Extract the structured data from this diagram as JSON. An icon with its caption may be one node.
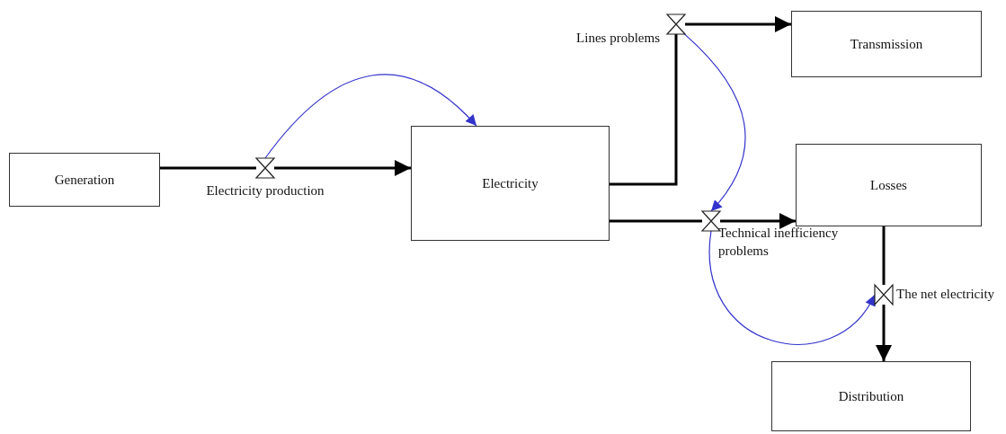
{
  "diagram": {
    "nodes": [
      {
        "text": [
          "Generation"
        ]
      },
      {
        "text": [
          "Electricity production"
        ]
      },
      {
        "text": [
          "Electricity"
        ]
      },
      {
        "text": [
          "Lines problems"
        ]
      },
      {
        "text": [
          "Transmission"
        ]
      },
      {
        "text": [
          "Technical inefficiency problems"
        ]
      },
      {
        "text": [
          "Losses"
        ]
      },
      {
        "text": [
          "The net electricity"
        ]
      },
      {
        "text": [
          "Distribution"
        ]
      }
    ],
    "edges": [
      {
        "from": 0,
        "to": 1,
        "arrow": "none"
      },
      {
        "from": 1,
        "to": 2,
        "arrow": "to"
      },
      {
        "from": 2,
        "to": 3,
        "arrow": "none"
      },
      {
        "from": 3,
        "to": 4,
        "arrow": "to"
      },
      {
        "from": 2,
        "to": 5,
        "arrow": "none"
      },
      {
        "from": 5,
        "to": 6,
        "arrow": "to"
      },
      {
        "from": 6,
        "to": 7,
        "arrow": "none"
      },
      {
        "from": 7,
        "to": 8,
        "arrow": "to"
      },
      {
        "from": 1,
        "to": 2,
        "arrow": "to",
        "color": "#3333cc"
      },
      {
        "from": 3,
        "to": 5,
        "arrow": "to",
        "color": "#3333cc"
      },
      {
        "from": 5,
        "to": 7,
        "arrow": "to",
        "color": "#3333cc"
      }
    ]
  }
}
